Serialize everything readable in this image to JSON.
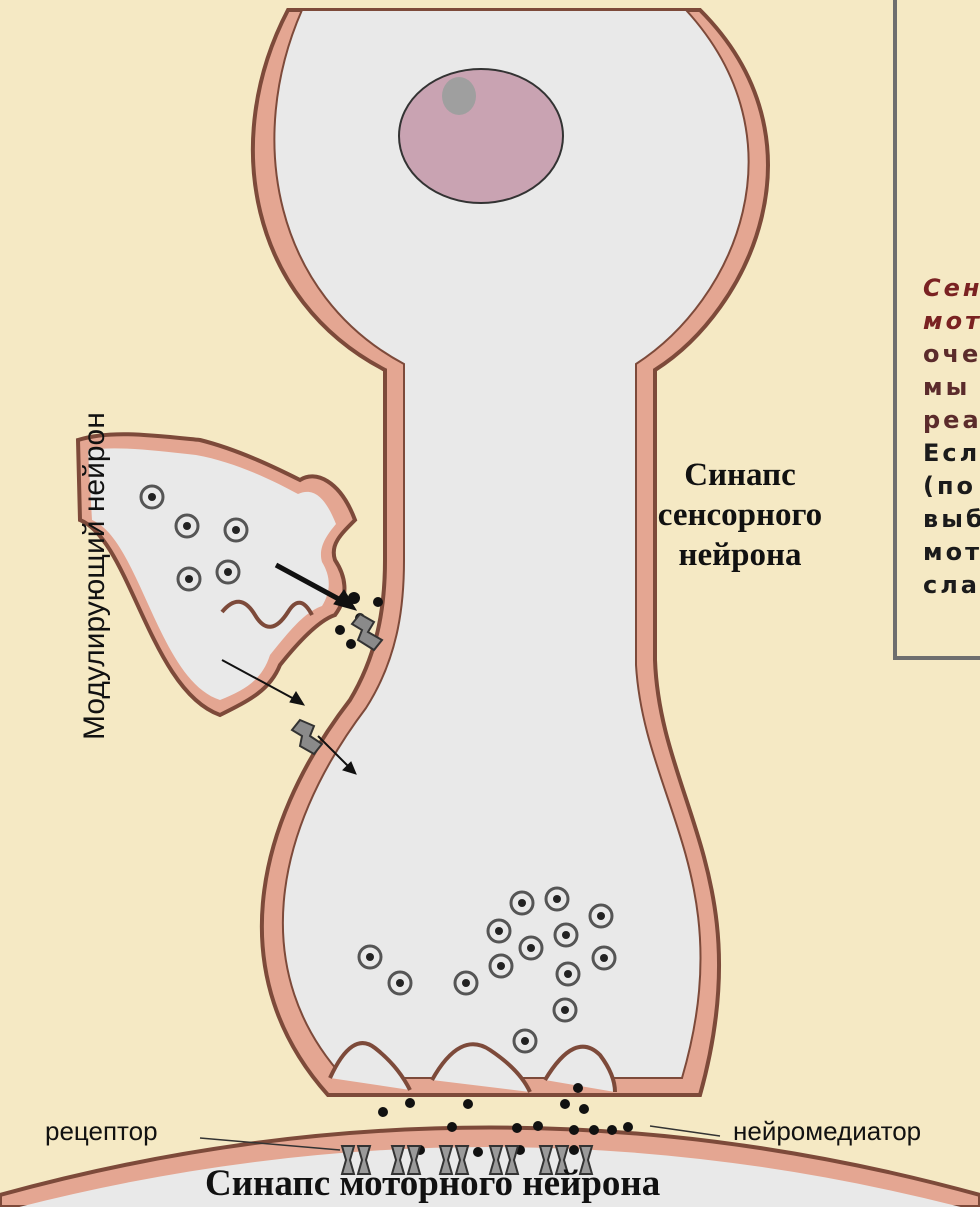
{
  "labels": {
    "sensory_synapse": [
      "Синапс",
      "сенсорного",
      "нейрона"
    ],
    "modulating_neuron": "Модулирующий нейрон",
    "receptor": "рецептор",
    "neurotransmitter": "нейромедиатор",
    "motor_synapse": "Синапс моторного нейрона"
  },
  "info_box": {
    "lines_italic": [
      "Сен",
      "мот"
    ],
    "lines_dark": [
      "оче",
      "мы",
      "реа"
    ],
    "lines_regular": [
      "Есл",
      "(по",
      "выб",
      "мот",
      "сла"
    ]
  },
  "colors": {
    "background": "#f5e9c4",
    "membrane": "#e4a692",
    "membrane_outline": "#7d4a3a",
    "cytoplasm": "#e9e9e9",
    "nucleus": "#c9a3b2",
    "nucleolus": "#9f9f9f",
    "info_italic": "#7a2222"
  }
}
